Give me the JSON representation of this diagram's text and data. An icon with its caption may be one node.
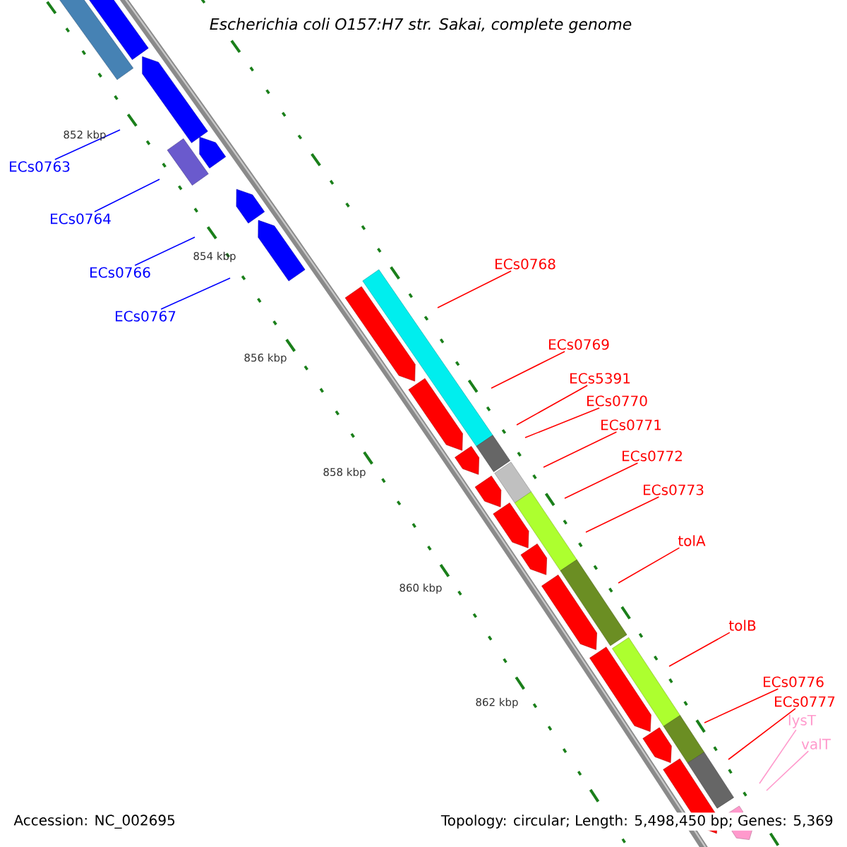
{
  "diagram": {
    "title": "Escherichia coli O157:H7 str. Sakai, complete genome",
    "nodes": [
      {
        "text": [
          "ECs0763"
        ]
      },
      {
        "text": [
          "ECs0764"
        ]
      },
      {
        "text": [
          "ECs0766"
        ]
      },
      {
        "text": [
          "ECs0767"
        ]
      },
      {
        "text": [
          "ECs0768"
        ]
      },
      {
        "text": [
          "ECs0769"
        ]
      },
      {
        "text": [
          "ECs5391"
        ]
      },
      {
        "text": [
          "ECs0770"
        ]
      },
      {
        "text": [
          "ECs0771"
        ]
      },
      {
        "text": [
          "ECs0772"
        ]
      },
      {
        "text": [
          "ECs0773"
        ]
      },
      {
        "text": [
          "tolA"
        ]
      },
      {
        "text": [
          "tolB"
        ]
      },
      {
        "text": [
          "ECs0776"
        ]
      },
      {
        "text": [
          "ECs0777"
        ]
      },
      {
        "text": [
          "lysT"
        ]
      },
      {
        "text": [
          "valT"
        ]
      }
    ],
    "edges": [
      {
        "from": 0,
        "to": null,
        "arrow": "none",
        "color": "#0000ff"
      },
      {
        "from": 1,
        "to": null,
        "arrow": "none",
        "color": "#0000ff"
      },
      {
        "from": 2,
        "to": null,
        "arrow": "none",
        "color": "#0000ff"
      },
      {
        "from": 3,
        "to": null,
        "arrow": "none",
        "color": "#0000ff"
      },
      {
        "from": 4,
        "to": null,
        "arrow": "none"
      },
      {
        "from": 5,
        "to": null,
        "arrow": "none"
      },
      {
        "from": 6,
        "to": null,
        "arrow": "none"
      },
      {
        "from": 7,
        "to": null,
        "arrow": "none"
      },
      {
        "from": 8,
        "to": null,
        "arrow": "none"
      },
      {
        "from": 9,
        "to": null,
        "arrow": "none"
      },
      {
        "from": 10,
        "to": null,
        "arrow": "none"
      },
      {
        "from": 11,
        "to": null,
        "arrow": "none"
      },
      {
        "from": 12,
        "to": null,
        "arrow": "none"
      },
      {
        "from": 13,
        "to": null,
        "arrow": "none"
      },
      {
        "from": 14,
        "to": null,
        "arrow": "none"
      },
      {
        "from": 15,
        "to": null,
        "arrow": "none",
        "color": "#ff99cc"
      },
      {
        "from": 16,
        "to": null,
        "arrow": "none",
        "color": "#ff99cc"
      }
    ],
    "labels": [
      "852 kbp",
      "854 kbp",
      "856 kbp",
      "858 kbp",
      "860 kbp",
      "862 kbp",
      "Accession: NC_002695",
      "Topology: circular; Length: 5,498,450 bp; Genes: 5,369"
    ]
  }
}
